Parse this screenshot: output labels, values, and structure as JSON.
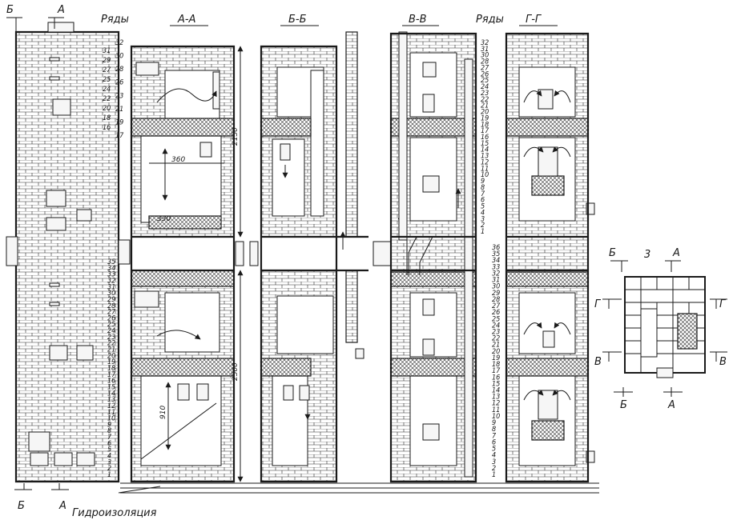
{
  "headings": {
    "rows_left": "Ряды",
    "rows_right": "Ряды",
    "section_aa": "А-А",
    "section_bb": "Б-Б",
    "section_vv": "В-В",
    "section_gg": "Г-Г",
    "plan_number": "3"
  },
  "markers": {
    "b": "Б",
    "a": "А",
    "v": "В",
    "g": "Г"
  },
  "dimensions": {
    "upper_height": "2150",
    "lower_height": "2500",
    "upper_firebox": "360",
    "upper_small": "330",
    "lower_firebox": "910"
  },
  "labels": {
    "waterproofing": "Гидроизоляция"
  },
  "rows": {
    "left_upper_a": [
      "31",
      "29",
      "27",
      "25",
      "24",
      "22",
      "20",
      "18",
      "16"
    ],
    "left_upper_b": [
      "32",
      "30",
      "28",
      "26",
      "23",
      "21",
      "19",
      "17"
    ],
    "left_lower": [
      "35",
      "34",
      "33",
      "32",
      "31",
      "30",
      "29",
      "28",
      "27",
      "26",
      "25",
      "24",
      "23",
      "22",
      "21",
      "20",
      "19",
      "18",
      "17",
      "16",
      "15",
      "14",
      "13",
      "12",
      "11",
      "10",
      "9",
      "8",
      "7",
      "6",
      "5",
      "4",
      "3",
      "2",
      "1"
    ],
    "right_upper": [
      "32",
      "31",
      "30",
      "28",
      "27",
      "26",
      "25",
      "24",
      "23",
      "22",
      "21",
      "20",
      "19",
      "18",
      "17",
      "16",
      "15",
      "14",
      "13",
      "12",
      "11",
      "10",
      "9",
      "8",
      "7",
      "6",
      "5",
      "4",
      "3",
      "2",
      "1"
    ],
    "right_lower": [
      "36",
      "35",
      "34",
      "33",
      "32",
      "31",
      "30",
      "29",
      "28",
      "27",
      "26",
      "25",
      "24",
      "23",
      "22",
      "21",
      "20",
      "19",
      "18",
      "17",
      "16",
      "15",
      "14",
      "13",
      "12",
      "11",
      "10",
      "9",
      "8",
      "7",
      "6",
      "5",
      "4",
      "3",
      "2",
      "1"
    ]
  }
}
